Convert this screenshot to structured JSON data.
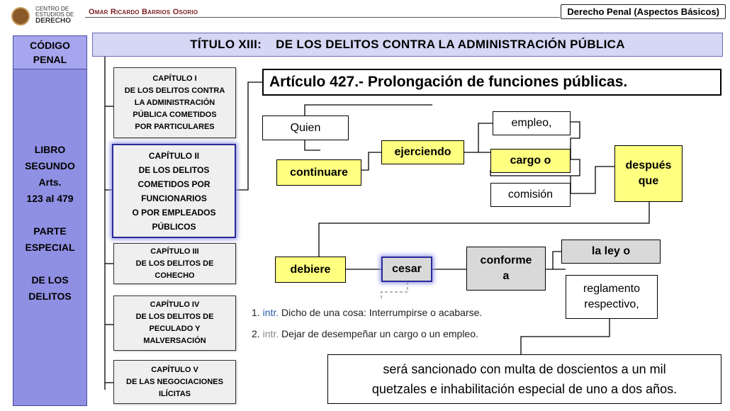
{
  "header": {
    "logo_lines": [
      "CENTRO DE",
      "ESTUDIOS DE",
      "DERECHO"
    ],
    "logo_sub": "",
    "author": "Omar Ricardo Barrios Osorio",
    "course": "Derecho Penal (Aspectos Básicos)"
  },
  "left": {
    "codigo": [
      "CÓDIGO",
      "PENAL"
    ],
    "libro": [
      "LIBRO",
      "SEGUNDO",
      "Arts.",
      "123 al 479",
      "",
      "PARTE",
      "ESPECIAL",
      "",
      "DE LOS",
      "DELITOS"
    ]
  },
  "titulo": {
    "numero": "TÍTULO XIII:",
    "texto": "DE LOS DELITOS CONTRA LA ADMINISTRACIÓN PÚBLICA"
  },
  "capitulos": [
    {
      "lines": [
        "CAPÍTULO I",
        "DE LOS DELITOS CONTRA",
        "LA ADMINISTRACIÓN",
        "PÚBLICA COMETIDOS",
        "POR PARTICULARES"
      ],
      "highlight": false
    },
    {
      "lines": [
        "CAPÍTULO II",
        "DE LOS DELITOS",
        "COMETIDOS POR",
        "FUNCIONARIOS",
        "O POR EMPLEADOS",
        "PÚBLICOS"
      ],
      "highlight": true
    },
    {
      "lines": [
        "CAPÍTULO III",
        "DE LOS DELITOS DE",
        "COHECHO"
      ],
      "highlight": false
    },
    {
      "lines": [
        "CAPÍTULO IV",
        "DE LOS DELITOS DE",
        "PECULADO Y",
        "MALVERSACIÓN"
      ],
      "highlight": false
    },
    {
      "lines": [
        "CAPÍTULO V",
        "DE LAS NEGOCIACIONES",
        "ILÍCITAS"
      ],
      "highlight": false
    }
  ],
  "articulo": "Artículo 427.- Prolongación de funciones públicas.",
  "nodes": {
    "quien": "Quien",
    "continuare": "continuare",
    "ejerciendo": "ejerciendo",
    "empleo": "empleo,",
    "cargo": "cargo o",
    "comision": "comisión",
    "despues": [
      "después",
      "que"
    ],
    "debiere": "debiere",
    "cesar": "cesar",
    "conforme": [
      "conforme",
      "a"
    ],
    "ley": "la ley o",
    "reglamento": [
      "reglamento",
      "respectivo,"
    ]
  },
  "definiciones": [
    {
      "num": "1.",
      "tipo": "intr.",
      "texto": "Dicho de una cosa: Interrumpirse o acabarse."
    },
    {
      "num": "2.",
      "tipo": "intr.",
      "texto": "Dejar de desempeñar un cargo o un empleo."
    }
  ],
  "sancion": [
    "será sancionado con multa de doscientos a un mil",
    "quetzales e inhabilitación especial de uno a dos años."
  ]
}
